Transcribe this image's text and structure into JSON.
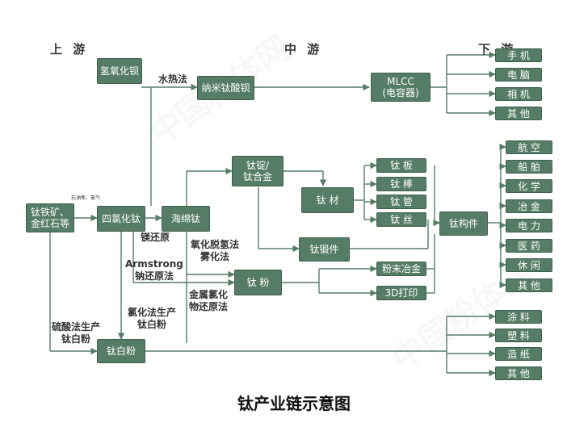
{
  "stages": {
    "upstream": "上 游",
    "midstream": "中 游",
    "downstream": "下 游"
  },
  "nodes": {
    "bao": "氢氧化钡",
    "nano": "纳米钛酸钡",
    "mlcc_line1": "MLCC",
    "mlcc_line2": "(电容器)",
    "ore": "钛铁矿、金红石等",
    "ticl4": "四氯化钛",
    "sponge": "海绵钛",
    "ingot_line1": "钛锭/",
    "ingot_line2": "钛合金",
    "material": "钛 材",
    "forging": "钛锻件",
    "powder": "钛 粉",
    "tio2": "钛白粉",
    "plate": "钛 板",
    "rod": "钛 棒",
    "tube": "钛 管",
    "wire": "钛 丝",
    "component": "钛构件",
    "pm": "粉末冶金",
    "print3d": "3D打印"
  },
  "mlcc_uses": [
    "手 机",
    "电 脑",
    "相 机",
    "其 他"
  ],
  "component_uses": [
    "航 空",
    "船 舶",
    "化 学",
    "冶 金",
    "电 力",
    "医 药",
    "休 闲",
    "其 他"
  ],
  "tio2_uses": [
    "涂 料",
    "塑 料",
    "造 纸",
    "其 他"
  ],
  "annotations": {
    "hydrothermal": "水热法",
    "tiny": "石油焦、氯气",
    "mg_reduction": "镁还原",
    "armstrong_line1": "Armstrong",
    "armstrong_line2": "钠还原法",
    "hdh_line1": "氧化脱氢法",
    "hdh_line2": "雾化法",
    "metal_line1": "金属氯化",
    "metal_line2": "物还原法",
    "chloride_line1": "氯化法生产",
    "chloride_line2": "钛白粉",
    "sulfate_line1": "硫酸法生产",
    "sulfate_line2": "钛白粉"
  },
  "title": "钛产业链示意图",
  "colors": {
    "box": "#557c66",
    "line": "#557c66"
  }
}
